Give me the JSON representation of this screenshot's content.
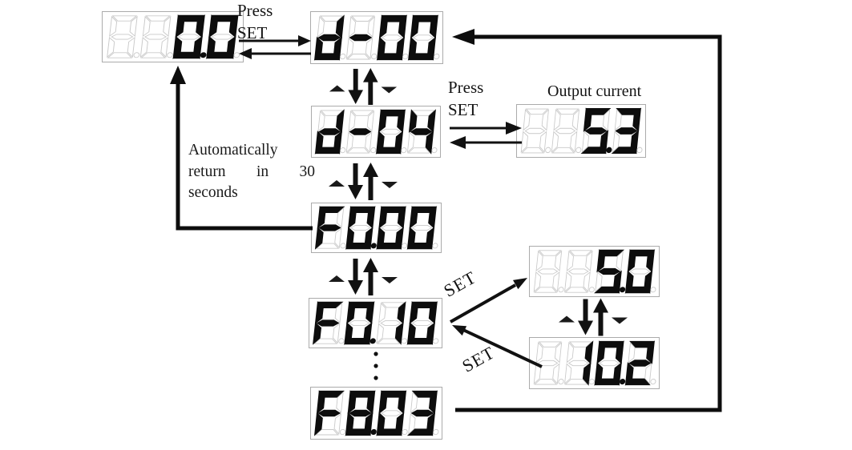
{
  "title": "Keypad menu navigation diagram",
  "colors": {
    "ink": "#0d0d0d",
    "unlit_segment": "#c9c9c9",
    "display_border": "#ababab",
    "background": "#ffffff"
  },
  "labels": {
    "press_top_1": "Press",
    "press_top_2": "SET",
    "press_mid_1": "Press",
    "press_mid_2": "SET",
    "output_current": "Output current",
    "auto_return_line1": "Automatically",
    "auto_return_line2a": "return",
    "auto_return_line2b": "in",
    "auto_return_line2c": "30",
    "auto_return_line3": "seconds",
    "set_diag_up": "SET",
    "set_diag_down": "SET"
  },
  "icons": {
    "up-down-keys-icon": "small up triangle, bold down arrow, bold up arrow, small down triangle",
    "press-set-arrows-icon": "paired left/right horizontal arrows",
    "return-elbow-arrow-icon": "L-shaped arrow pointing up to home display",
    "loop-return-arrow-icon": "large rectangular return path pointing left into d-00",
    "set-arrow-up-icon": "diagonal arrow up-right",
    "set-arrow-down-icon": "diagonal arrow down-left returning",
    "ellipsis-dots-icon": "vertical three dots"
  },
  "displays": {
    "home": {
      "value": "0.0",
      "cells": [
        [
          "8",
          0,
          0
        ],
        [
          "8",
          0,
          0
        ],
        [
          "0",
          1,
          1
        ],
        [
          "0",
          1,
          0
        ]
      ]
    },
    "d00": {
      "value": "d-00",
      "cells": [
        [
          "d",
          1,
          0
        ],
        [
          "-",
          1,
          0
        ],
        [
          "0",
          1,
          0
        ],
        [
          "0",
          1,
          0
        ]
      ]
    },
    "d04": {
      "value": "d-04",
      "cells": [
        [
          "d",
          1,
          0
        ],
        [
          "-",
          1,
          0
        ],
        [
          "0",
          1,
          0
        ],
        [
          "4",
          1,
          0
        ]
      ]
    },
    "out": {
      "value": "5.3",
      "cells": [
        [
          "8",
          0,
          0
        ],
        [
          "8",
          0,
          0
        ],
        [
          "5",
          1,
          1
        ],
        [
          "3",
          1,
          0
        ]
      ]
    },
    "f000": {
      "value": "F0.00",
      "cells": [
        [
          "F",
          1,
          0
        ],
        [
          "0",
          1,
          1
        ],
        [
          "0",
          1,
          0
        ],
        [
          "0",
          1,
          0
        ]
      ]
    },
    "f010": {
      "value": "F0.10",
      "cells": [
        [
          "F",
          1,
          0
        ],
        [
          "0",
          1,
          1
        ],
        [
          "1",
          1,
          0
        ],
        [
          "0",
          1,
          0
        ]
      ]
    },
    "v50": {
      "value": "5.0",
      "cells": [
        [
          "8",
          0,
          0
        ],
        [
          "8",
          0,
          0
        ],
        [
          "5",
          1,
          1
        ],
        [
          "0",
          1,
          0
        ]
      ]
    },
    "v102": {
      "value": "10.2",
      "cells": [
        [
          "8",
          0,
          0
        ],
        [
          "1",
          1,
          0
        ],
        [
          "0",
          1,
          1
        ],
        [
          "2",
          1,
          0
        ]
      ]
    },
    "f803": {
      "value": "F8.03",
      "cells": [
        [
          "F",
          1,
          0
        ],
        [
          "8",
          1,
          1
        ],
        [
          "0",
          1,
          0
        ],
        [
          "3",
          1,
          0
        ]
      ]
    }
  }
}
